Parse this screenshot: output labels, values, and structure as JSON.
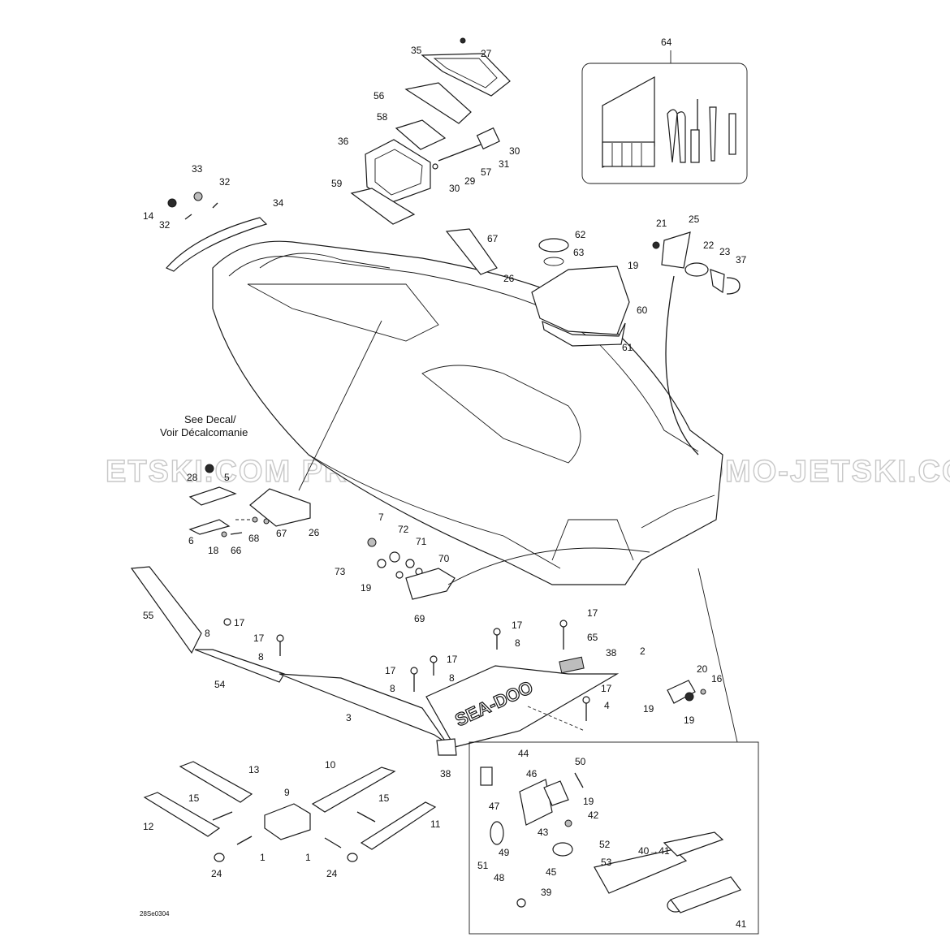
{
  "note": {
    "line1": "See Decal/",
    "line2": "Voir Décalcomanie"
  },
  "watermark": "ETSKI.COM   PROMO-JETSKI.COM   PROMO-JETSKI.COM",
  "logo_text": "SEA-DOO",
  "drawing_code": "28Se0304",
  "labels": [
    {
      "id": "p35",
      "text": "35"
    },
    {
      "id": "p27",
      "text": "27"
    },
    {
      "id": "p64",
      "text": "64"
    },
    {
      "id": "p56",
      "text": "56"
    },
    {
      "id": "p58",
      "text": "58"
    },
    {
      "id": "p36",
      "text": "36"
    },
    {
      "id": "p30a",
      "text": "30"
    },
    {
      "id": "p31",
      "text": "31"
    },
    {
      "id": "p57",
      "text": "57"
    },
    {
      "id": "p29",
      "text": "29"
    },
    {
      "id": "p30b",
      "text": "30"
    },
    {
      "id": "p59",
      "text": "59"
    },
    {
      "id": "p33",
      "text": "33"
    },
    {
      "id": "p32a",
      "text": "32"
    },
    {
      "id": "p14",
      "text": "14"
    },
    {
      "id": "p32b",
      "text": "32"
    },
    {
      "id": "p34",
      "text": "34"
    },
    {
      "id": "p67a",
      "text": "67"
    },
    {
      "id": "p62",
      "text": "62"
    },
    {
      "id": "p63",
      "text": "63"
    },
    {
      "id": "p26a",
      "text": "26"
    },
    {
      "id": "p21",
      "text": "21"
    },
    {
      "id": "p25",
      "text": "25"
    },
    {
      "id": "p22",
      "text": "22"
    },
    {
      "id": "p23",
      "text": "23"
    },
    {
      "id": "p37",
      "text": "37"
    },
    {
      "id": "p19a",
      "text": "19"
    },
    {
      "id": "p60",
      "text": "60"
    },
    {
      "id": "p61",
      "text": "61"
    },
    {
      "id": "p28",
      "text": "28"
    },
    {
      "id": "p5",
      "text": "5"
    },
    {
      "id": "p6",
      "text": "6"
    },
    {
      "id": "p18",
      "text": "18"
    },
    {
      "id": "p66",
      "text": "66"
    },
    {
      "id": "p68",
      "text": "68"
    },
    {
      "id": "p67b",
      "text": "67"
    },
    {
      "id": "p26b",
      "text": "26"
    },
    {
      "id": "p7",
      "text": "7"
    },
    {
      "id": "p72",
      "text": "72"
    },
    {
      "id": "p71",
      "text": "71"
    },
    {
      "id": "p70",
      "text": "70"
    },
    {
      "id": "p73",
      "text": "73"
    },
    {
      "id": "p19b",
      "text": "19"
    },
    {
      "id": "p69",
      "text": "69"
    },
    {
      "id": "p55",
      "text": "55"
    },
    {
      "id": "p17a",
      "text": "17"
    },
    {
      "id": "p8a",
      "text": "8"
    },
    {
      "id": "p17b",
      "text": "17"
    },
    {
      "id": "p8b",
      "text": "8"
    },
    {
      "id": "p54",
      "text": "54"
    },
    {
      "id": "p3",
      "text": "3"
    },
    {
      "id": "p17c",
      "text": "17"
    },
    {
      "id": "p8c",
      "text": "8"
    },
    {
      "id": "p17d",
      "text": "17"
    },
    {
      "id": "p8d",
      "text": "8"
    },
    {
      "id": "p17e",
      "text": "17"
    },
    {
      "id": "p8e",
      "text": "8"
    },
    {
      "id": "p17f",
      "text": "17"
    },
    {
      "id": "p65",
      "text": "65"
    },
    {
      "id": "p38a",
      "text": "38"
    },
    {
      "id": "p2",
      "text": "2"
    },
    {
      "id": "p17g",
      "text": "17"
    },
    {
      "id": "p4",
      "text": "4"
    },
    {
      "id": "p20",
      "text": "20"
    },
    {
      "id": "p16",
      "text": "16"
    },
    {
      "id": "p19c",
      "text": "19"
    },
    {
      "id": "p19d",
      "text": "19"
    },
    {
      "id": "p38b",
      "text": "38"
    },
    {
      "id": "p13",
      "text": "13"
    },
    {
      "id": "p10",
      "text": "10"
    },
    {
      "id": "p9",
      "text": "9"
    },
    {
      "id": "p15a",
      "text": "15"
    },
    {
      "id": "p15b",
      "text": "15"
    },
    {
      "id": "p12",
      "text": "12"
    },
    {
      "id": "p11",
      "text": "11"
    },
    {
      "id": "p1a",
      "text": "1"
    },
    {
      "id": "p1b",
      "text": "1"
    },
    {
      "id": "p24a",
      "text": "24"
    },
    {
      "id": "p24b",
      "text": "24"
    },
    {
      "id": "p44",
      "text": "44"
    },
    {
      "id": "p46",
      "text": "46"
    },
    {
      "id": "p50",
      "text": "50"
    },
    {
      "id": "p19e",
      "text": "19"
    },
    {
      "id": "p42",
      "text": "42"
    },
    {
      "id": "p47",
      "text": "47"
    },
    {
      "id": "p43",
      "text": "43"
    },
    {
      "id": "p52",
      "text": "52"
    },
    {
      "id": "p53",
      "text": "53"
    },
    {
      "id": "p49",
      "text": "49"
    },
    {
      "id": "p51",
      "text": "51"
    },
    {
      "id": "p45",
      "text": "45"
    },
    {
      "id": "p48",
      "text": "48"
    },
    {
      "id": "p39",
      "text": "39"
    },
    {
      "id": "p40",
      "text": "40→41"
    },
    {
      "id": "p41",
      "text": "41"
    }
  ]
}
